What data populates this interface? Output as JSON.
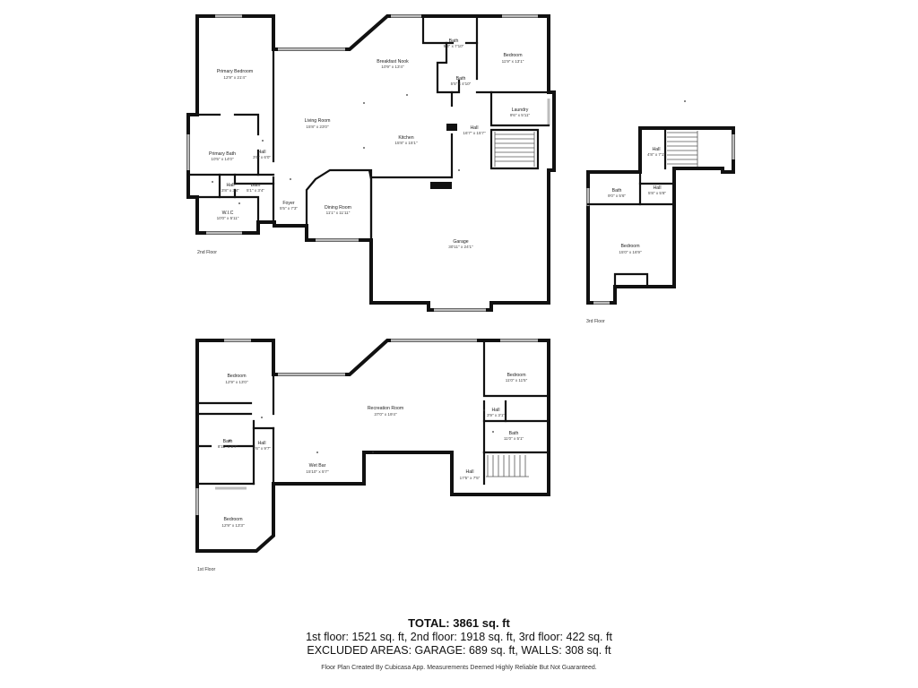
{
  "floors": {
    "second": {
      "label": "2nd Floor",
      "rooms": [
        {
          "id": "primary-bedroom",
          "name": "Primary Bedroom",
          "dim": "12'9\" x 21'4\""
        },
        {
          "id": "primary-bath",
          "name": "Primary Bath",
          "dim": "10'5\" x 14'0\""
        },
        {
          "id": "hall-a",
          "name": "Hall",
          "dim": "3'6\" x 6'0\""
        },
        {
          "id": "hall-b",
          "name": "Hall",
          "dim": "3'8\" x 3'4\""
        },
        {
          "id": "bath-small",
          "name": "Bath",
          "dim": "5'1\" x 3'4\""
        },
        {
          "id": "wic",
          "name": "W.I.C",
          "dim": "10'0\" x 5'11\""
        },
        {
          "id": "foyer",
          "name": "Foyer",
          "dim": "5'5\" x 7'3\""
        },
        {
          "id": "living-room",
          "name": "Living Room",
          "dim": "15'8\" x 23'0\""
        },
        {
          "id": "dining-room",
          "name": "Dining Room",
          "dim": "11'1\" x 11'11\""
        },
        {
          "id": "breakfast-nook",
          "name": "Breakfast Nook",
          "dim": "10'9\" x 13'4\""
        },
        {
          "id": "kitchen",
          "name": "Kitchen",
          "dim": "15'8\" x 15'1\""
        },
        {
          "id": "bath-upper",
          "name": "Bath",
          "dim": "9'3\" x 7'10\""
        },
        {
          "id": "bath-lower",
          "name": "Bath",
          "dim": "5'5\" x 4'10\""
        },
        {
          "id": "bedroom",
          "name": "Bedroom",
          "dim": "11'9\" x 13'1\""
        },
        {
          "id": "laundry",
          "name": "Laundry",
          "dim": "9'6\" x 5'11\""
        },
        {
          "id": "hall-c",
          "name": "Hall",
          "dim": "16'7\" x 15'7\""
        },
        {
          "id": "garage",
          "name": "Garage",
          "dim": "30'11\" x 24'1\""
        }
      ]
    },
    "third": {
      "label": "3rd Floor",
      "rooms": [
        {
          "id": "hall-top",
          "name": "Hall",
          "dim": "4'8\" x 7'1\""
        },
        {
          "id": "bath",
          "name": "Bath",
          "dim": "9'0\" x 5'6\""
        },
        {
          "id": "hall-mid",
          "name": "Hall",
          "dim": "5'8\" x 5'8\""
        },
        {
          "id": "bedroom",
          "name": "Bedroom",
          "dim": "15'0\" x 16'9\""
        }
      ]
    },
    "first": {
      "label": "1st Floor",
      "rooms": [
        {
          "id": "bedroom-top",
          "name": "Bedroom",
          "dim": "12'9\" x 13'0\""
        },
        {
          "id": "bath-left",
          "name": "Bath",
          "dim": "8'11\" x 9'7\""
        },
        {
          "id": "hall-left",
          "name": "Hall",
          "dim": "3'6\" x 9'7\""
        },
        {
          "id": "bedroom-bottom",
          "name": "Bedroom",
          "dim": "12'9\" x 13'3\""
        },
        {
          "id": "recreation-room",
          "name": "Recreation Room",
          "dim": "37'0\" x 19'4\""
        },
        {
          "id": "wet-bar",
          "name": "Wet Bar",
          "dim": "15'10\" x 5'7\""
        },
        {
          "id": "bedroom-right",
          "name": "Bedroom",
          "dim": "11'0\" x 11'5\""
        },
        {
          "id": "hall-right",
          "name": "Hall",
          "dim": "3'9\" x 3'1\""
        },
        {
          "id": "bath-right",
          "name": "Bath",
          "dim": "11'0\" x 5'1\""
        },
        {
          "id": "hall-bottom",
          "name": "Hall",
          "dim": "17'5\" x 7'5\""
        }
      ]
    }
  },
  "summary": {
    "total": "TOTAL: 3861 sq. ft",
    "floors": "1st floor: 1521 sq. ft, 2nd floor: 1918 sq. ft, 3rd floor: 422 sq. ft",
    "excluded": "EXCLUDED AREAS: GARAGE: 689 sq. ft, WALLS: 308 sq. ft",
    "disclaimer": "Floor Plan Created By Cubicasa App. Measurements Deemed Highly Reliable But Not Guaranteed."
  }
}
